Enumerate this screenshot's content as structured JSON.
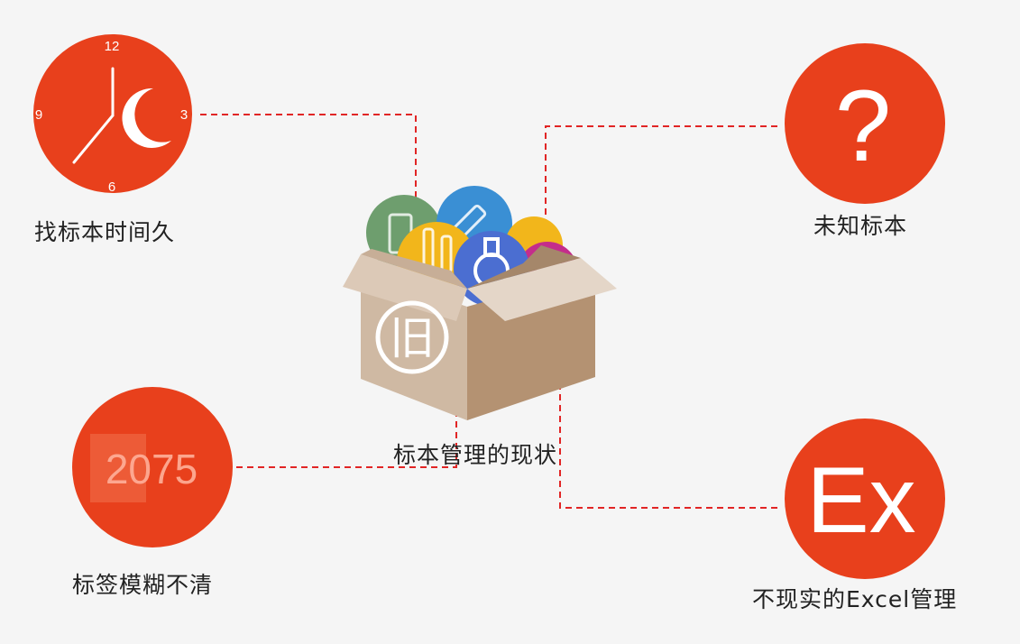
{
  "center": {
    "caption": "标本管理的现状",
    "box_glyph": "旧"
  },
  "items": [
    {
      "name": "clock",
      "caption": "找标本时间久",
      "numerals": [
        "12",
        "3",
        "6",
        "9"
      ]
    },
    {
      "name": "question",
      "caption": "未知标本",
      "symbol": "?"
    },
    {
      "name": "blurry",
      "caption": "标签模糊不清",
      "digits": "2075"
    },
    {
      "name": "excel",
      "caption": "不现实的Excel管理",
      "symbol": "Ex"
    }
  ],
  "colors": {
    "accent": "#e8401c",
    "connector": "#e12525",
    "background": "#f5f5f5",
    "box_front": "#cfb9a3",
    "box_side": "#b49272",
    "box_flap": "#e4d6c8",
    "ball_green": "#6e9e6e",
    "ball_blue": "#3a8fd4",
    "ball_yellow": "#f2b61b",
    "ball_indigo": "#4b6ed1",
    "ball_magenta": "#c42d8b"
  }
}
